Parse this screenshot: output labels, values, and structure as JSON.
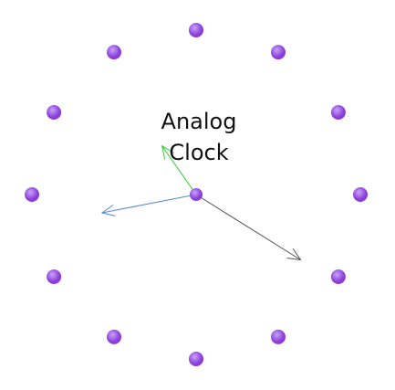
{
  "title": "Analog\nClock",
  "clock": {
    "hour_markers": 12,
    "hands": [
      {
        "name": "hour",
        "angle_deg": -35,
        "color": "#33cc33"
      },
      {
        "name": "minute",
        "angle_deg": 122,
        "color": "#555555"
      },
      {
        "name": "second",
        "angle_deg": -101,
        "color": "#5588dd"
      }
    ],
    "colors": {
      "marker": "#8a3ddb",
      "marker_highlight": "#c9a2f7",
      "background": "#ffffff"
    }
  }
}
